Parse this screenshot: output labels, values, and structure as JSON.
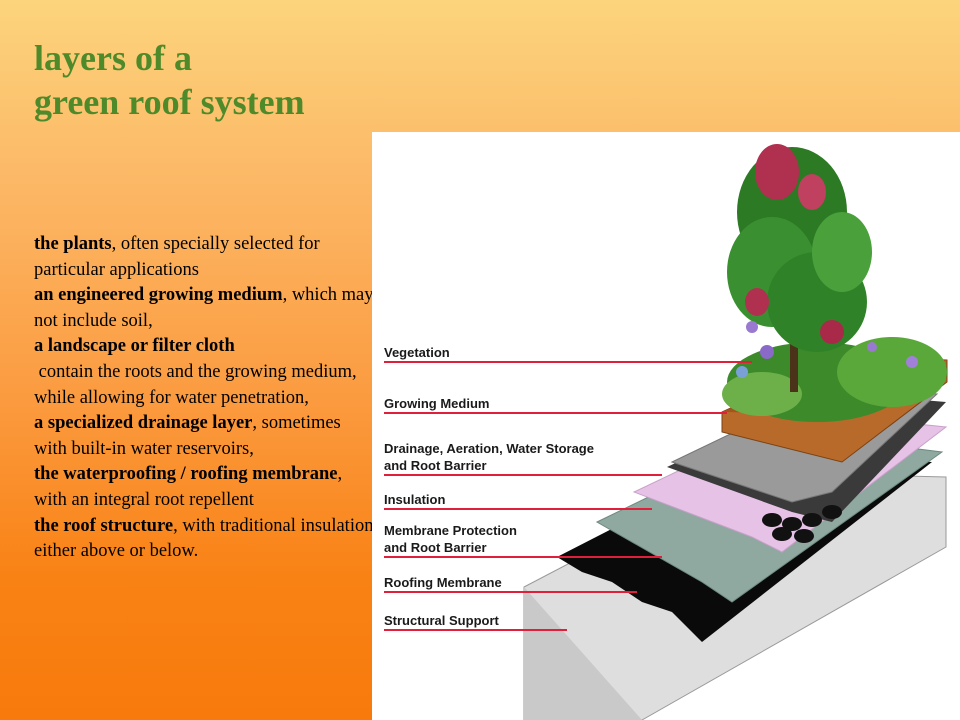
{
  "title": {
    "line1": "layers of a",
    "line2": "green roof system"
  },
  "items": [
    {
      "bold": "the plants",
      "rest": ", often specially selected for particular applications"
    },
    {
      "bold": "an engineered growing medium",
      "rest": ", which may not include soil,"
    },
    {
      "bold": "a landscape or filter cloth",
      "rest": ""
    },
    {
      "bold": "",
      "rest": " contain the roots and the growing medium, while allowing for water penetration,"
    },
    {
      "bold": "a specialized drainage layer",
      "rest": ", sometimes with built-in water reservoirs,"
    },
    {
      "bold": "the waterproofing / roofing membrane",
      "rest": ", with an integral root repellent"
    },
    {
      "bold": "the roof structure",
      "rest": ", with traditional insulation either above or below."
    }
  ],
  "diagram": {
    "labels": {
      "vegetation": "Vegetation",
      "growing_medium": "Growing Medium",
      "drainage_1": "Drainage, Aeration, Water Storage",
      "drainage_2": "and Root Barrier",
      "insulation": "Insulation",
      "membrane_protection_1": "Membrane Protection",
      "membrane_protection_2": "and Root Barrier",
      "roofing_membrane": "Roofing Membrane",
      "structural_support": "Structural Support"
    },
    "colors": {
      "leader_line": "#e0203a",
      "growing_medium": "#b86a2a",
      "drainage": "#3a3a3a",
      "insulation": "#e6c2e6",
      "membrane_protection": "#8fa8a0",
      "roofing_membrane": "#0a0a0a",
      "structural_support": "#dcdcdc"
    }
  }
}
